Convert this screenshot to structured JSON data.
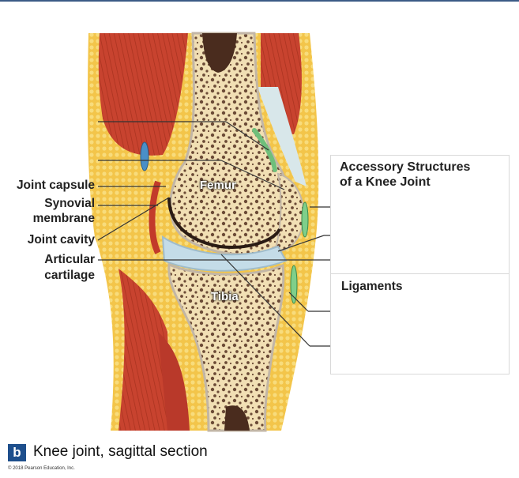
{
  "labels": {
    "joint_capsule": "Joint capsule",
    "synovial_membrane_1": "Synovial",
    "synovial_membrane_2": "membrane",
    "joint_cavity": "Joint cavity",
    "articular_cartilage_1": "Articular",
    "articular_cartilage_2": "cartilage",
    "femur": "Femur",
    "tibia": "Tibia"
  },
  "panel": {
    "heading_1": "Accessory Structures",
    "heading_2": "of a Knee Joint",
    "ligaments": "Ligaments"
  },
  "figure": {
    "badge": "b",
    "caption": "Knee joint, sagittal section",
    "copyright": "© 2018 Pearson Education, Inc."
  },
  "colors": {
    "muscle": "#c8432f",
    "fat": "#f3c54a",
    "bone": "#f1dfb4",
    "cartilage": "#c4dce8",
    "accent": "#1e4f8c"
  }
}
